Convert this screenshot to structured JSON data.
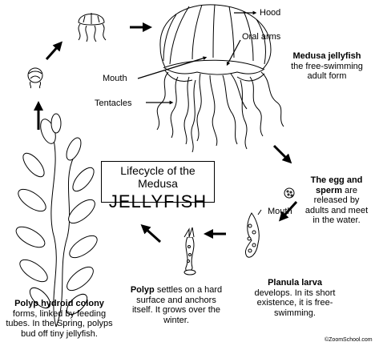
{
  "title": {
    "line1": "Lifecycle of the Medusa",
    "line2": "JELLYFISH"
  },
  "parts": {
    "hood": "Hood",
    "oral_arms": "Oral arms",
    "mouth": "Mouth",
    "tentacles": "Tentacles",
    "planula_mouth": "Mouth"
  },
  "stages": {
    "medusa": {
      "name": "Medusa jellyfish",
      "desc": "the free-swimming adult form"
    },
    "egg_sperm": {
      "name": "The egg and sperm",
      "desc": "are released by adults and meet in the water."
    },
    "planula": {
      "name": "Planula larva",
      "desc": "develops. In its short existence, it is free-swimming."
    },
    "polyp": {
      "name": "Polyp",
      "desc": "settles on a hard surface and anchors itself.  It grows over the winter."
    },
    "colony": {
      "name": "Polyp hydroid colony",
      "desc": "forms, linked by feeding tubes.  In the Spring, polyps bud off tiny jellyfish."
    }
  },
  "credit": "©ZoomSchool.com"
}
